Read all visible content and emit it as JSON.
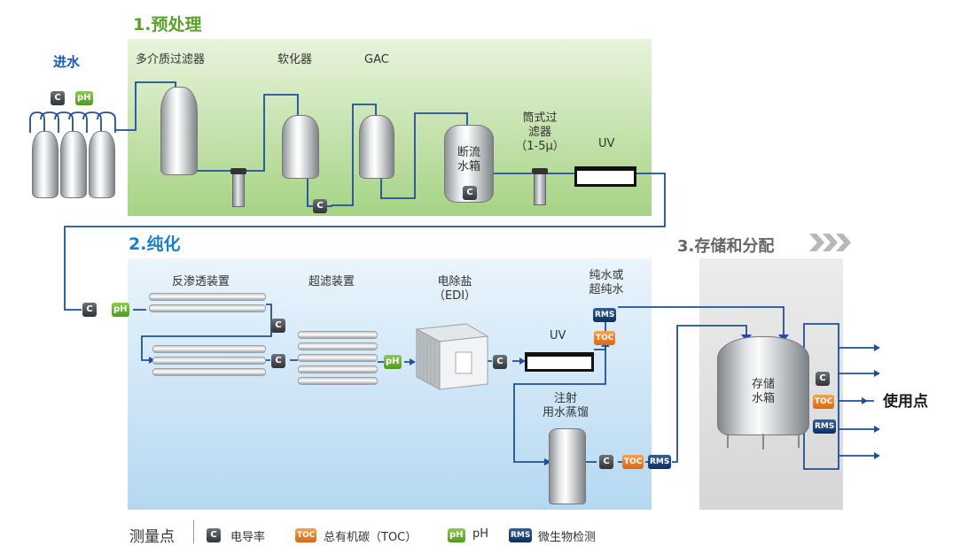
{
  "sections": {
    "pretreatment": "1.预处理",
    "purification": "2.纯化",
    "storage": "3.存储和分配"
  },
  "labels": {
    "water_in": "进水",
    "multimedia_filter": "多介质过滤器",
    "softener": "软化器",
    "gac": "GAC",
    "break_tank_line1": "断流",
    "break_tank_line2": "水箱",
    "cartridge_filter_line1": "筒式过",
    "cartridge_filter_line2": "滤器",
    "cartridge_filter_line3": "（1-5μ）",
    "uv_1": "UV",
    "ro": "反渗透装置",
    "uf": "超滤装置",
    "edi_line1": "电除盐",
    "edi_line2": "（EDI）",
    "uv_2": "UV",
    "pure_water_line1": "纯水或",
    "pure_water_line2": "超纯水",
    "wfi_line1": "注射",
    "wfi_line2": "用水蒸馏",
    "storage_tank_line1": "存储",
    "storage_tank_line2": "水箱",
    "point_of_use": "使用点"
  },
  "badges": {
    "c": "C",
    "ph": "pH",
    "toc": "TOC",
    "rms": "RMS"
  },
  "legend": {
    "title": "测量点",
    "c_desc": "电导率",
    "toc_desc": "总有机碳（TOC）",
    "ph_desc": "pH",
    "rms_desc": "微生物检测"
  },
  "colors": {
    "pretreatment_title": "#5aa12c",
    "purification_title": "#1a7fc9",
    "storage_title": "#666666",
    "water_in_label": "#1a5aa8",
    "pipe": "#1f4f9e",
    "pretreatment_bg": "#a9d58a",
    "purification_bg": "#bcdcf3",
    "storage_bg": "#dcdcdc",
    "toc_badge": "#e8782a",
    "ph_badge": "#6ab43a",
    "c_badge": "#4a4e52",
    "rms_badge": "#1c3f73"
  }
}
